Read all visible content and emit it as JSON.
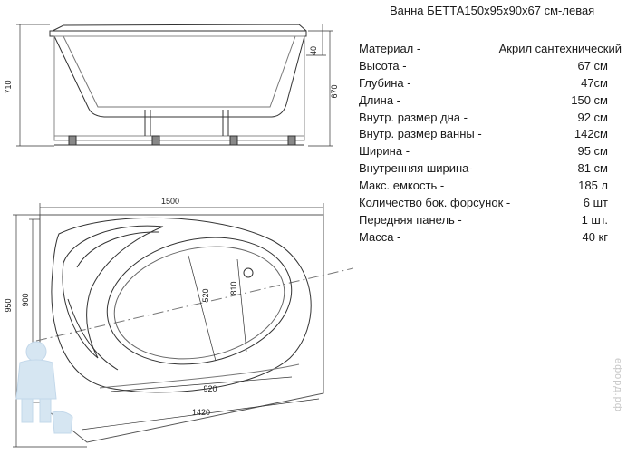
{
  "title": "Ванна БЕТТА150х95х90х67 см-левая",
  "specs": [
    {
      "label": "Материал -",
      "value": "Акрил сантехнический"
    },
    {
      "label": "Высота -",
      "value": "67 см"
    },
    {
      "label": "Глубина -",
      "value": "47см"
    },
    {
      "label": "Длина -",
      "value": "150 см"
    },
    {
      "label": "Внутр. размер дна -",
      "value": "92 см"
    },
    {
      "label": "Внутр. размер ванны -",
      "value": "142см"
    },
    {
      "label": "Ширина  -",
      "value": "95 см"
    },
    {
      "label": "Внутренняя ширина-",
      "value": "81 см"
    },
    {
      "label": "Макс. емкость -",
      "value": "185 л"
    },
    {
      "label": "Количество бок. форсунок -",
      "value": "6 шт"
    },
    {
      "label": "Передняя панель -",
      "value": "1 шт."
    },
    {
      "label": "Масса -",
      "value": "40 кг"
    }
  ],
  "dimensions": {
    "side_height_total": "710",
    "side_height_body": "670",
    "side_rim": "40",
    "top_length": "1500",
    "top_width_outer": "950",
    "top_width_inner": "900",
    "inner_diag_1": "520",
    "inner_diag_2": "810",
    "bottom_length": "920",
    "inner_length": "1420"
  },
  "watermark": "ефорд.рф",
  "colors": {
    "line": "#333333",
    "light_line": "#888888",
    "watermark": "#c8c8c8"
  }
}
